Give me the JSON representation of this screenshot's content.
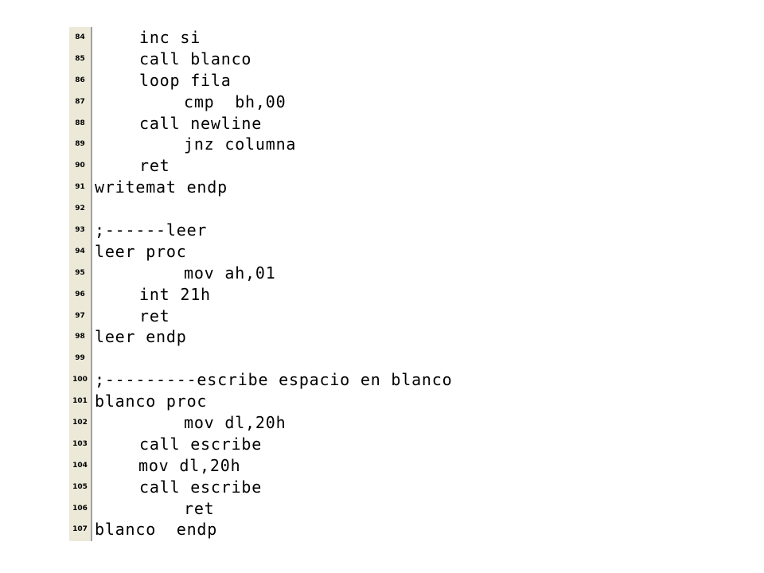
{
  "editor": {
    "lines": [
      {
        "num": "84",
        "code": "inc si"
      },
      {
        "num": "85",
        "code": "call blanco"
      },
      {
        "num": "86",
        "code": "loop fila"
      },
      {
        "num": "87",
        "code": "cmp  bh,00"
      },
      {
        "num": "88",
        "code": "call newline"
      },
      {
        "num": "89",
        "code": "jnz columna"
      },
      {
        "num": "90",
        "code": "ret"
      },
      {
        "num": "91",
        "code": "writemat endp"
      },
      {
        "num": "92",
        "code": ""
      },
      {
        "num": "93",
        "code": ";------leer"
      },
      {
        "num": "94",
        "code": "leer proc"
      },
      {
        "num": "95",
        "code": "mov ah,01"
      },
      {
        "num": "96",
        "code": "int 21h"
      },
      {
        "num": "97",
        "code": "ret"
      },
      {
        "num": "98",
        "code": "leer endp"
      },
      {
        "num": "99",
        "code": ""
      },
      {
        "num": "100",
        "code": ";---------escribe espacio en blanco"
      },
      {
        "num": "101",
        "code": "blanco proc"
      },
      {
        "num": "102",
        "code": "mov dl,20h"
      },
      {
        "num": "103",
        "code": "call escribe"
      },
      {
        "num": "104",
        "code": "mov dl,20h"
      },
      {
        "num": "105",
        "code": "call escribe"
      },
      {
        "num": "106",
        "code": "ret"
      },
      {
        "num": "107",
        "code": "blanco  endp"
      }
    ]
  }
}
